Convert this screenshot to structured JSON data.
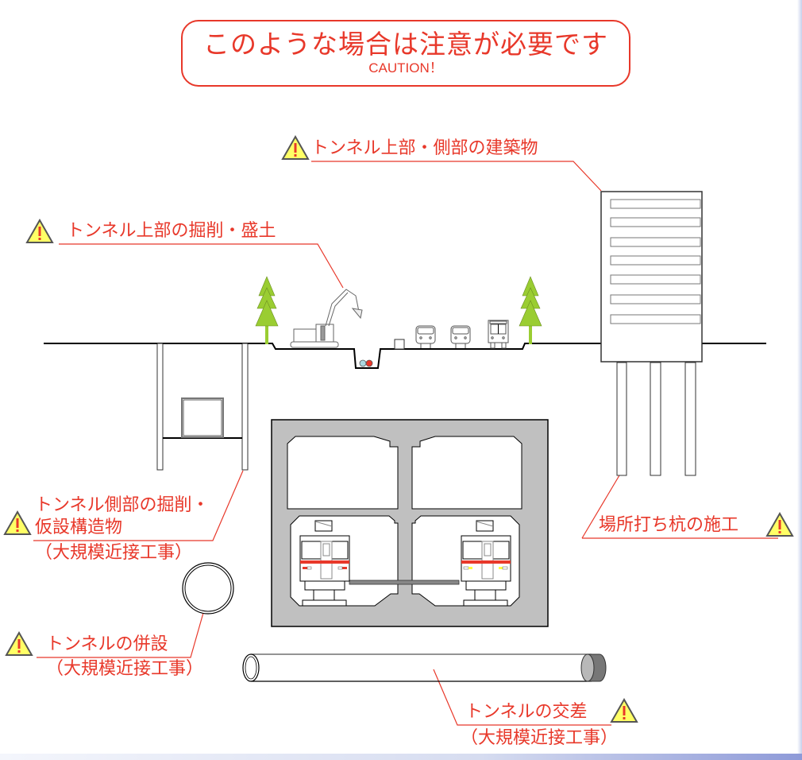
{
  "title": {
    "main": "このような場合は注意が必要です",
    "sub": "CAUTION！"
  },
  "colors": {
    "accent_red": "#e8382a",
    "warning_yellow": "#ffff66",
    "tree_green": "#9acd32",
    "concrete_gray": "#c0c0c0"
  },
  "labels": {
    "building": "トンネル上部・側部の建築物",
    "excavation_top": "トンネル上部の掘削・盛土",
    "side_line1": "トンネル側部の掘削・",
    "side_line2": "仮設構造物",
    "side_line3": "（大規模近接工事）",
    "piles": "場所打ち杭の施工",
    "parallel_line1": "トンネルの併設",
    "parallel_line2": "（大規模近接工事）",
    "crossing_line1": "トンネルの交差",
    "crossing_line2": "（大規模近接工事）"
  },
  "icons": {
    "warning": "warning-triangle-icon",
    "warning_glyph": "!"
  }
}
